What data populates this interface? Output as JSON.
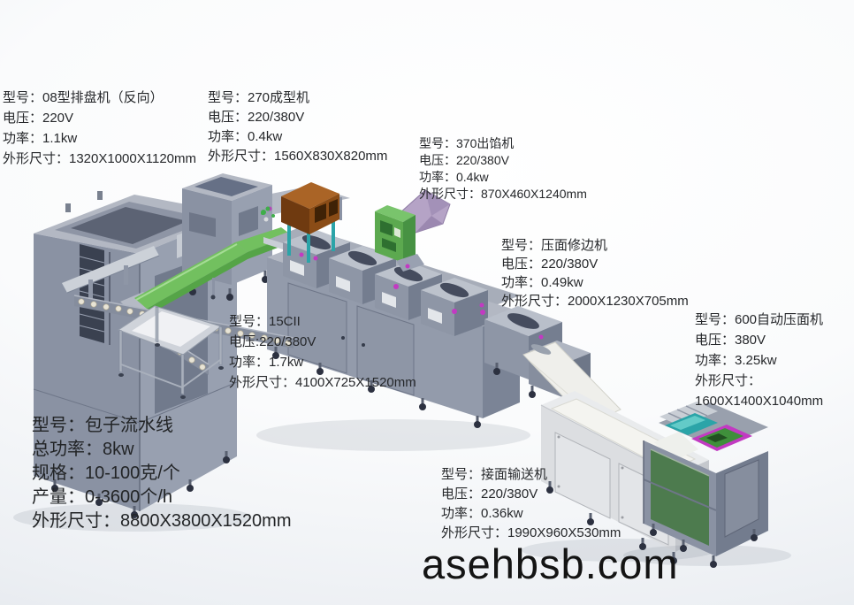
{
  "watermark": "asehbsb.com",
  "colors": {
    "machine_gray": "#939bab",
    "belt_green": "#72c05f",
    "mixer_brown": "#8a4c16",
    "hopper_purple": "#b5a3c6",
    "panel_green": "#5ca94f",
    "press_green": "#4d7b4e",
    "accent_magenta": "#c23ac2",
    "accent_teal": "#2ba4a8",
    "text": "#26282b"
  },
  "labels": [
    {
      "id": "tray-arranger",
      "lines": [
        "型号：08型排盘机（反向）",
        "电压：220V",
        "功率：1.1kw",
        "外形尺寸：1320X1000X1120mm"
      ]
    },
    {
      "id": "forming-270",
      "lines": [
        "型号：270成型机",
        "电压：220/380V",
        "功率：0.4kw",
        "外形尺寸：1560X830X820mm"
      ]
    },
    {
      "id": "filling-370",
      "lines": [
        "型号：370出馅机",
        "电压：220/380V",
        "功率：0.4kw",
        "外形尺寸：870X460X1240mm"
      ]
    },
    {
      "id": "trimming",
      "lines": [
        "型号：压面修边机",
        "电压：220/380V",
        "功率：0.49kw",
        "外形尺寸：2000X1230X705mm"
      ]
    },
    {
      "id": "press-600",
      "lines": [
        "型号：600自动压面机",
        "电压：380V",
        "功率：3.25kw",
        "外形尺寸：",
        "1600X1400X1040mm"
      ]
    },
    {
      "id": "line-15cii",
      "lines": [
        "型号：15CII",
        "电压:220/380V",
        "功率：1.7kw",
        "外形尺寸：4100X725X1520mm"
      ]
    },
    {
      "id": "dough-conveyor",
      "lines": [
        "型号：接面输送机",
        "电压：220/380V",
        "功率：0.36kw",
        "外形尺寸：1990X960X530mm"
      ]
    },
    {
      "id": "line-overview",
      "lines": [
        "型号：包子流水线",
        "总功率：8kw",
        "规格：10-100克/个",
        "产量：0-3600个/h",
        "外形尺寸：8800X3800X1520mm"
      ]
    }
  ]
}
